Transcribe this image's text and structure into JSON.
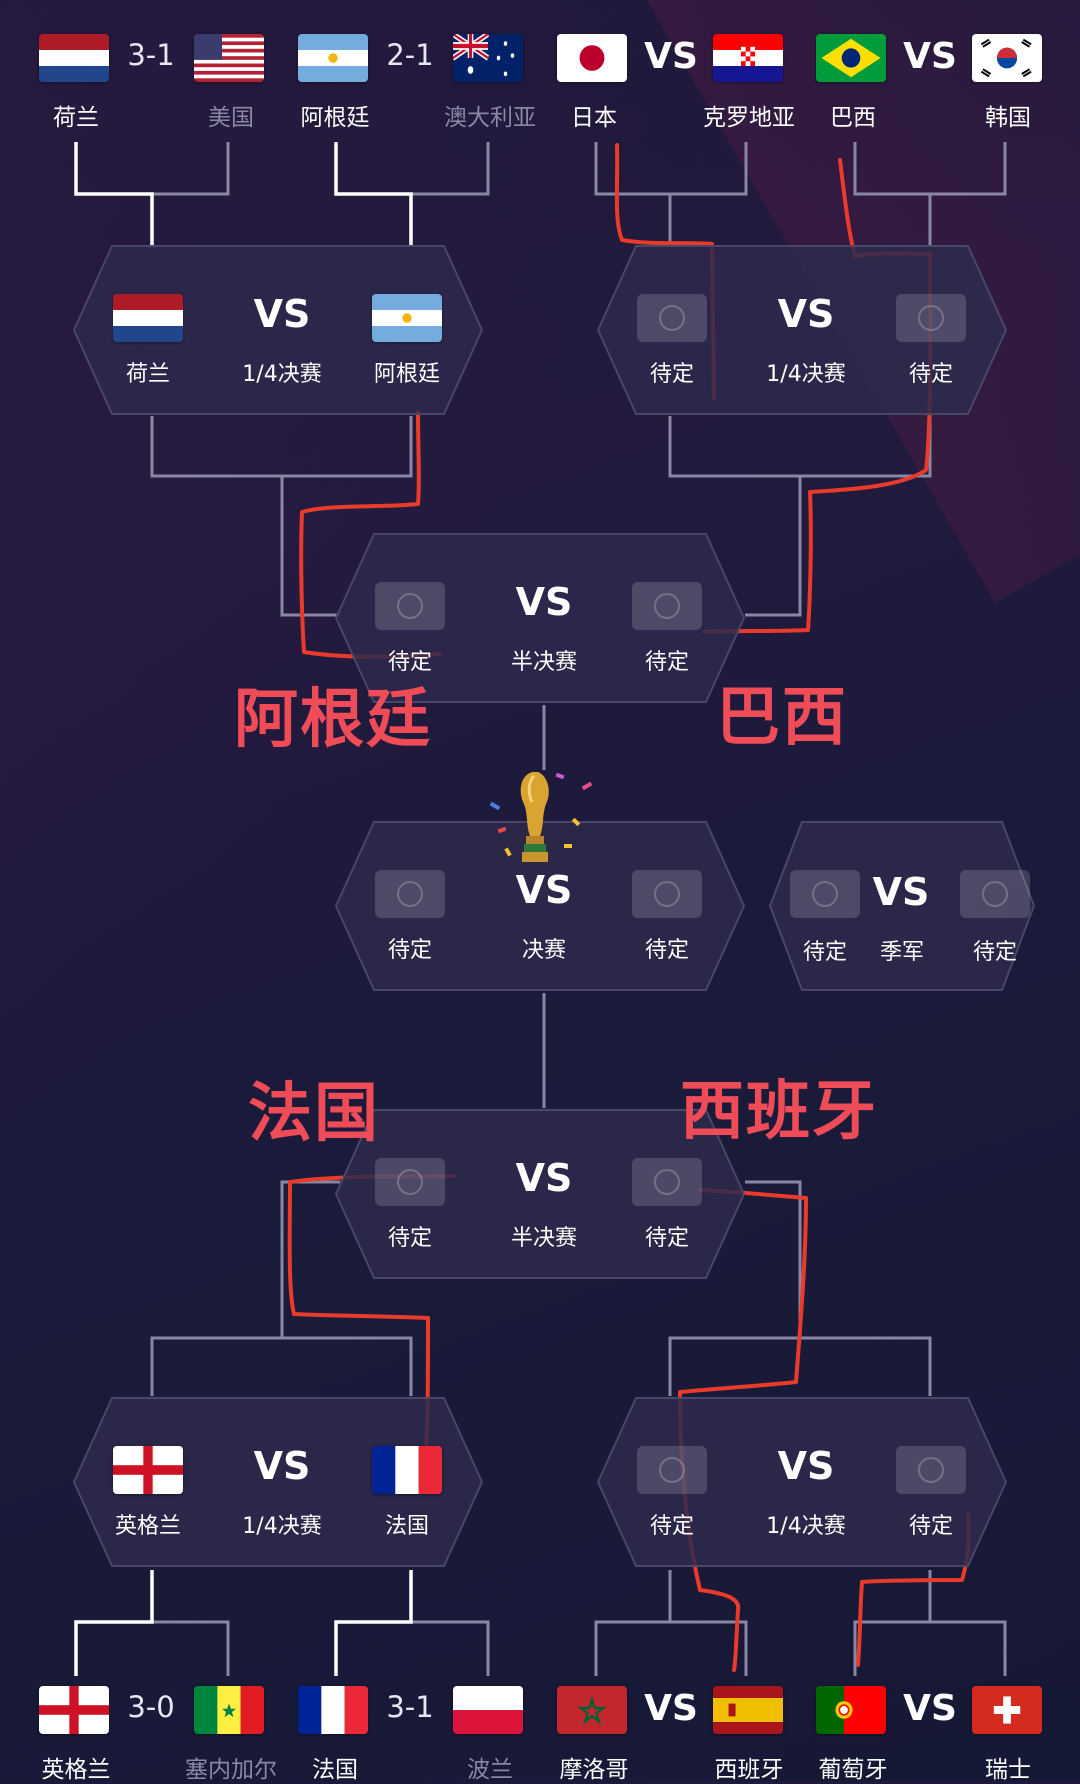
{
  "r16_top": [
    {
      "home": "荷兰",
      "away": "美国",
      "score": "3-1",
      "home_flag": "netherlands",
      "away_flag": "usa",
      "home_won": true
    },
    {
      "home": "阿根廷",
      "away": "澳大利亚",
      "score": "2-1",
      "home_flag": "argentina",
      "away_flag": "australia",
      "home_won": true
    },
    {
      "home": "日本",
      "away": "克罗地亚",
      "score": "VS",
      "home_flag": "japan",
      "away_flag": "croatia",
      "home_won": null
    },
    {
      "home": "巴西",
      "away": "韩国",
      "score": "VS",
      "home_flag": "brazil",
      "away_flag": "korea",
      "home_won": null
    }
  ],
  "r16_bottom": [
    {
      "home": "英格兰",
      "away": "塞内加尔",
      "score": "3-0",
      "home_flag": "england",
      "away_flag": "senegal",
      "home_won": true
    },
    {
      "home": "法国",
      "away": "波兰",
      "score": "3-1",
      "home_flag": "france",
      "away_flag": "poland",
      "home_won": true
    },
    {
      "home": "摩洛哥",
      "away": "西班牙",
      "score": "VS",
      "home_flag": "morocco",
      "away_flag": "spain",
      "home_won": null
    },
    {
      "home": "葡萄牙",
      "away": "瑞士",
      "score": "VS",
      "home_flag": "portugal",
      "away_flag": "switzerland",
      "home_won": null
    }
  ],
  "vs_text": "VS",
  "tbd": "待定",
  "cards": {
    "qf1": {
      "left": "荷兰",
      "right": "阿根廷",
      "stage": "1/4决赛",
      "left_flag": "netherlands",
      "right_flag": "argentina"
    },
    "qf2": {
      "left": "待定",
      "right": "待定",
      "stage": "1/4决赛"
    },
    "sf1": {
      "left": "待定",
      "right": "待定",
      "stage": "半决赛"
    },
    "final": {
      "left": "待定",
      "right": "待定",
      "stage": "决赛"
    },
    "third": {
      "left": "待定",
      "right": "待定",
      "stage": "季军"
    },
    "sf2": {
      "left": "待定",
      "right": "待定",
      "stage": "半决赛"
    },
    "qf3": {
      "left": "英格兰",
      "right": "法国",
      "stage": "1/4决赛",
      "left_flag": "england",
      "right_flag": "france"
    },
    "qf4": {
      "left": "待定",
      "right": "待定",
      "stage": "1/4决赛"
    }
  },
  "annotations": {
    "a1": "阿根廷",
    "a2": "巴西",
    "a3": "法国",
    "a4": "西班牙"
  },
  "colors": {
    "annotation": "#ef4c58",
    "line": "#c8c6d6",
    "card": "#2e2a4c"
  },
  "icons": {
    "trophy": "world-cup-trophy-icon",
    "placeholder": "soccer-ball-placeholder-icon"
  }
}
